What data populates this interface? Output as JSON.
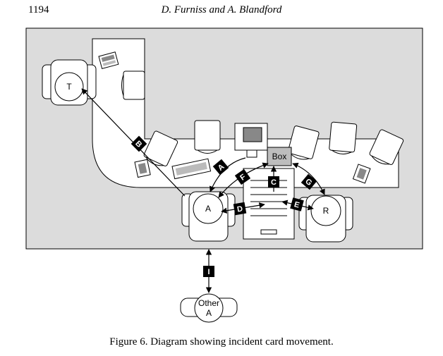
{
  "header": {
    "page_number": "1194",
    "authors": "D. Furniss and A. Blandford"
  },
  "figure": {
    "caption": "Figure 6. Diagram showing incident card movement.",
    "people": {
      "t": "T",
      "a": "A",
      "r": "R",
      "other_line1": "Other",
      "other_line2": "A"
    },
    "box_label": "Box",
    "arrow_tags": [
      "B",
      "A",
      "F",
      "C",
      "G",
      "D",
      "E",
      "I"
    ]
  }
}
